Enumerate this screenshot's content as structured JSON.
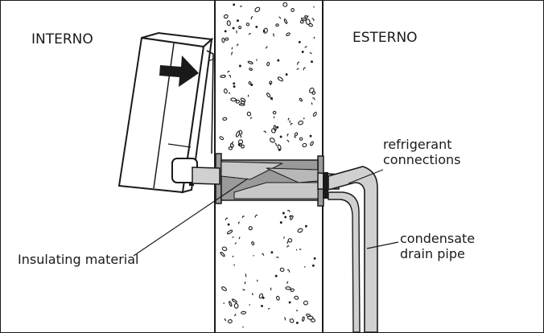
{
  "labels": {
    "inside": "INTERNO",
    "outside": "ESTERNO",
    "refrigerant": [
      "refrigerant",
      "connections"
    ],
    "condensate": [
      "condensate",
      "drain pipe"
    ],
    "insulating": "Insulating material"
  },
  "colors": {
    "line": "#1a1a1a",
    "wall_fill": "#ffffff",
    "pipe_fill": "#d0d0d0",
    "sleeve_fill": "#9a9a9a",
    "insulation_fill": "#c8c8c8",
    "gasket_fill": "#1a1a1a"
  },
  "icons": {
    "arrow": "arrow-right-icon"
  }
}
